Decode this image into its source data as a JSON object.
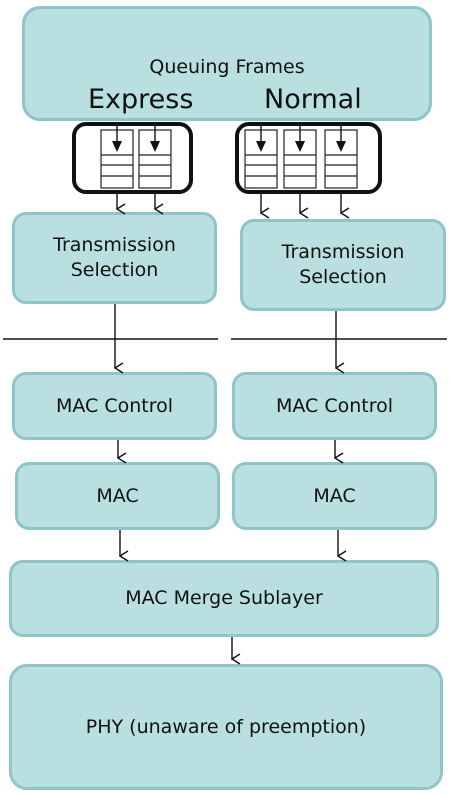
{
  "top": {
    "title": "Queuing Frames",
    "express_label": "Express",
    "normal_label": "Normal"
  },
  "left": {
    "transmission": "Transmission\nSelection",
    "mac_control": "MAC Control",
    "mac": "MAC"
  },
  "right": {
    "transmission": "Transmission\nSelection",
    "mac_control": "MAC Control",
    "mac": "MAC"
  },
  "merge": "MAC Merge Sublayer",
  "phy": "PHY (unaware of preemption)",
  "colors": {
    "box_fill": "#b9dfe1",
    "box_border": "#8fc4c8",
    "queue_border": "#111111"
  }
}
